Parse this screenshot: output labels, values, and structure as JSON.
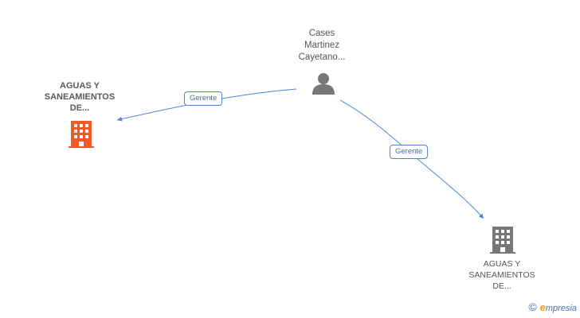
{
  "nodes": {
    "person": {
      "label_lines": [
        "Cases",
        "Martinez",
        "Cayetano..."
      ],
      "color": "#777777"
    },
    "company_main": {
      "label_lines": [
        "AGUAS Y",
        "SANEAMIENTOS",
        "DE..."
      ],
      "color": "#f05a28"
    },
    "company_other": {
      "label_lines": [
        "AGUAS Y",
        "SANEAMIENTOS",
        "DE..."
      ],
      "color": "#777777"
    }
  },
  "edges": [
    {
      "from": "person",
      "to": "company_main",
      "label": "Gerente"
    },
    {
      "from": "person",
      "to": "company_other",
      "label": "Gerente"
    }
  ],
  "colors": {
    "edge": "#4a86d6"
  },
  "footer": {
    "copyright_symbol": "©",
    "brand_initial": "e",
    "brand_rest": "mpresia"
  }
}
